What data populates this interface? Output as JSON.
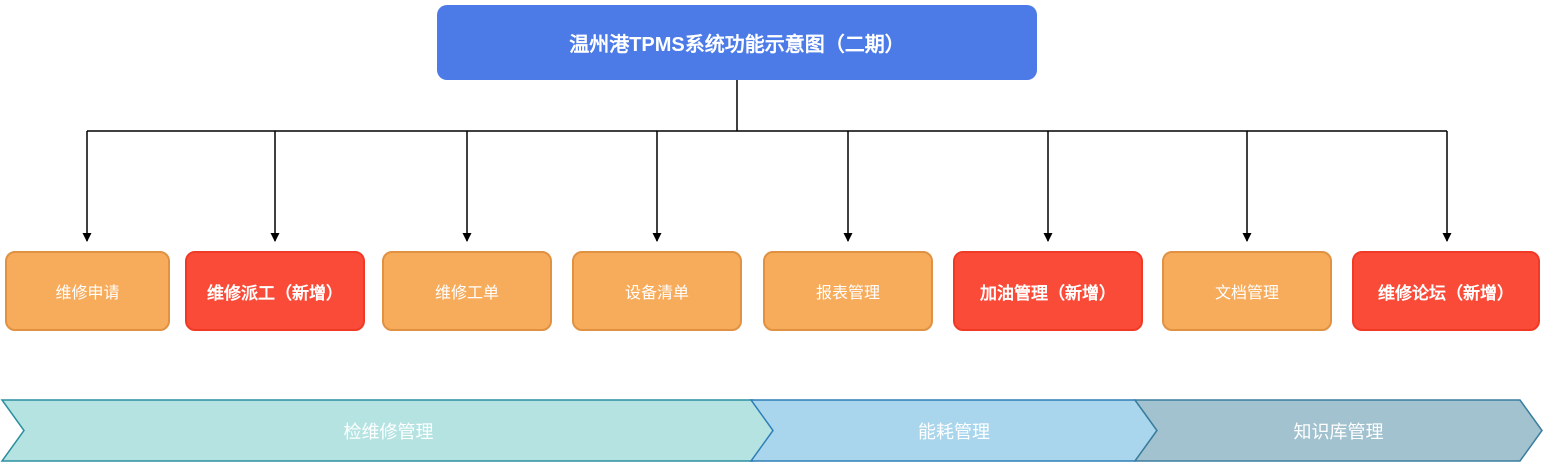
{
  "diagram": {
    "title": "温州港TPMS系统功能示意图（二期）",
    "modules": [
      {
        "label": "维修申请",
        "status": "existing"
      },
      {
        "label": "维修派工（新增）",
        "status": "new"
      },
      {
        "label": "维修工单",
        "status": "existing"
      },
      {
        "label": "设备清单",
        "status": "existing"
      },
      {
        "label": "报表管理",
        "status": "existing"
      },
      {
        "label": "加油管理（新增）",
        "status": "new"
      },
      {
        "label": "文档管理",
        "status": "existing"
      },
      {
        "label": "维修论坛（新增）",
        "status": "new"
      }
    ],
    "categories": [
      {
        "label": "检维修管理"
      },
      {
        "label": "能耗管理"
      },
      {
        "label": "知识库管理"
      }
    ],
    "colors": {
      "title_fill": "#4c7be8",
      "module_existing_fill": "#f7ac5c",
      "module_existing_border": "#e09142",
      "module_new_fill": "#fa4b38",
      "module_new_border": "#f03a26",
      "banner_maintenance_fill": "#b5e3e2",
      "banner_maintenance_border": "#2c8fa0",
      "banner_energy_fill": "#a9d6ec",
      "banner_energy_border": "#2e7eb8",
      "banner_knowledge_fill": "#a3c2cf",
      "banner_knowledge_border": "#3a7d9e",
      "connector": "#000000"
    }
  }
}
